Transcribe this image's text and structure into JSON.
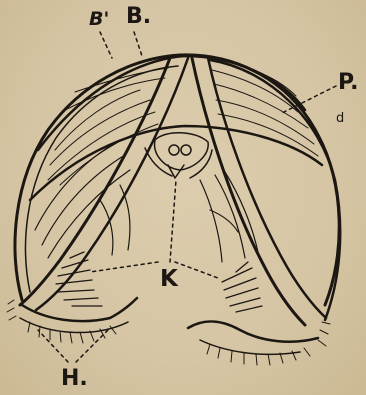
{
  "labels": {
    "b_prime": "B'",
    "b": "B.",
    "p": "P.",
    "k": "K",
    "h": "H.",
    "small_mark": "d"
  },
  "colors": {
    "paper": "#d6c7a7",
    "ink": "#1c1712"
  }
}
